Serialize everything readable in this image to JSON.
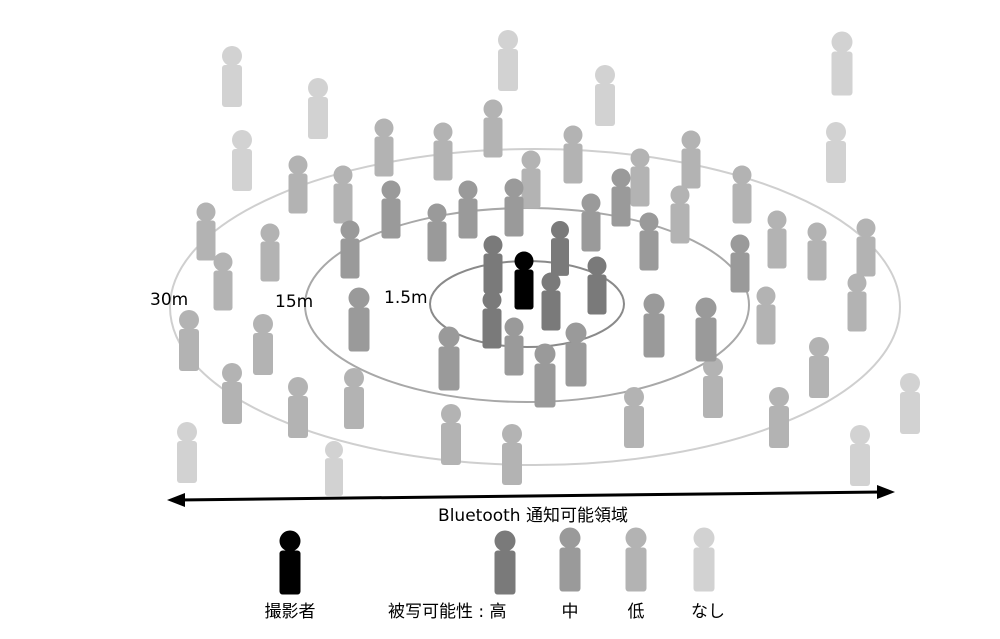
{
  "ring_labels": {
    "r30": "30m",
    "r15": "15m",
    "r1_5": "1.5m"
  },
  "range_caption": "Bluetooth 通知可能領域",
  "legend": {
    "photographer": "撮影者",
    "probability_prefix": "被写可能性 : ",
    "high": "高",
    "medium": "中",
    "low": "低",
    "none": "なし"
  },
  "colors": {
    "photographer": "#000000",
    "high": "#7a7a7a",
    "medium": "#9a9a9a",
    "low": "#b3b3b3",
    "none": "#d2d2d2",
    "ring_outer": "#cfcfcf",
    "ring_mid": "#a8a8a8",
    "ring_inner": "#8a8a8a",
    "arrow": "#000000"
  }
}
